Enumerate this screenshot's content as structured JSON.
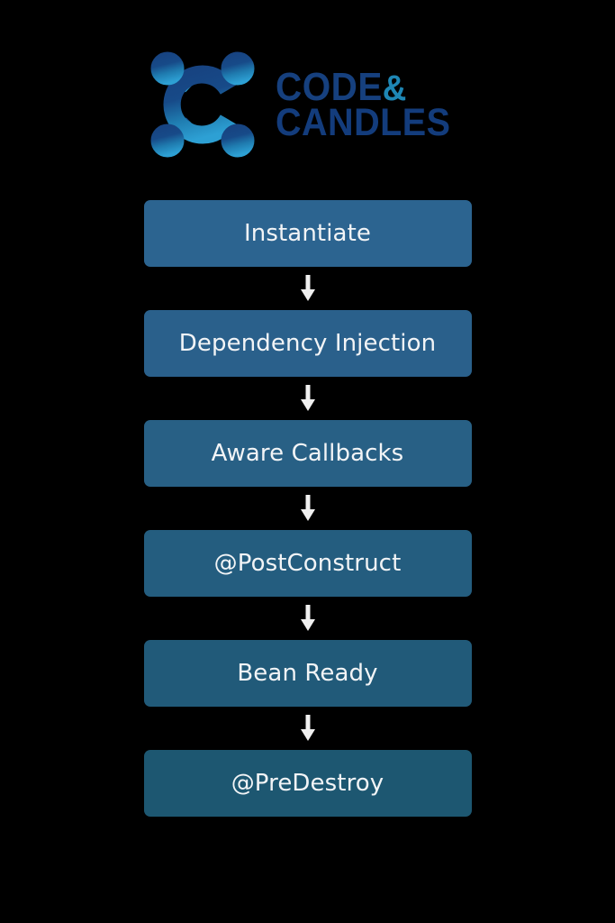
{
  "background_color": "#000000",
  "brand": {
    "icon_name": "code-candles-molecule-logo",
    "line1_text": "CODE",
    "ampersand": "&",
    "line2_text": "CANDLES",
    "colors": {
      "wordmark_dark": "#16407e",
      "ampersand": "#1e86b4",
      "mark_top": "#17407e",
      "mark_bottom": "#2a9bd0"
    }
  },
  "flow": {
    "arrow_color": "#f0f0f0",
    "label_color": "#f2f4f6",
    "steps": [
      {
        "label": "Instantiate",
        "color": "#2c6490"
      },
      {
        "label": "Dependency Injection",
        "color": "#2a608b"
      },
      {
        "label": "Aware Callbacks",
        "color": "#286085"
      },
      {
        "label": "@PostConstruct",
        "color": "#245d7f"
      },
      {
        "label": "Bean Ready",
        "color": "#215a79"
      },
      {
        "label": "@PreDestroy",
        "color": "#1d5771"
      }
    ]
  }
}
